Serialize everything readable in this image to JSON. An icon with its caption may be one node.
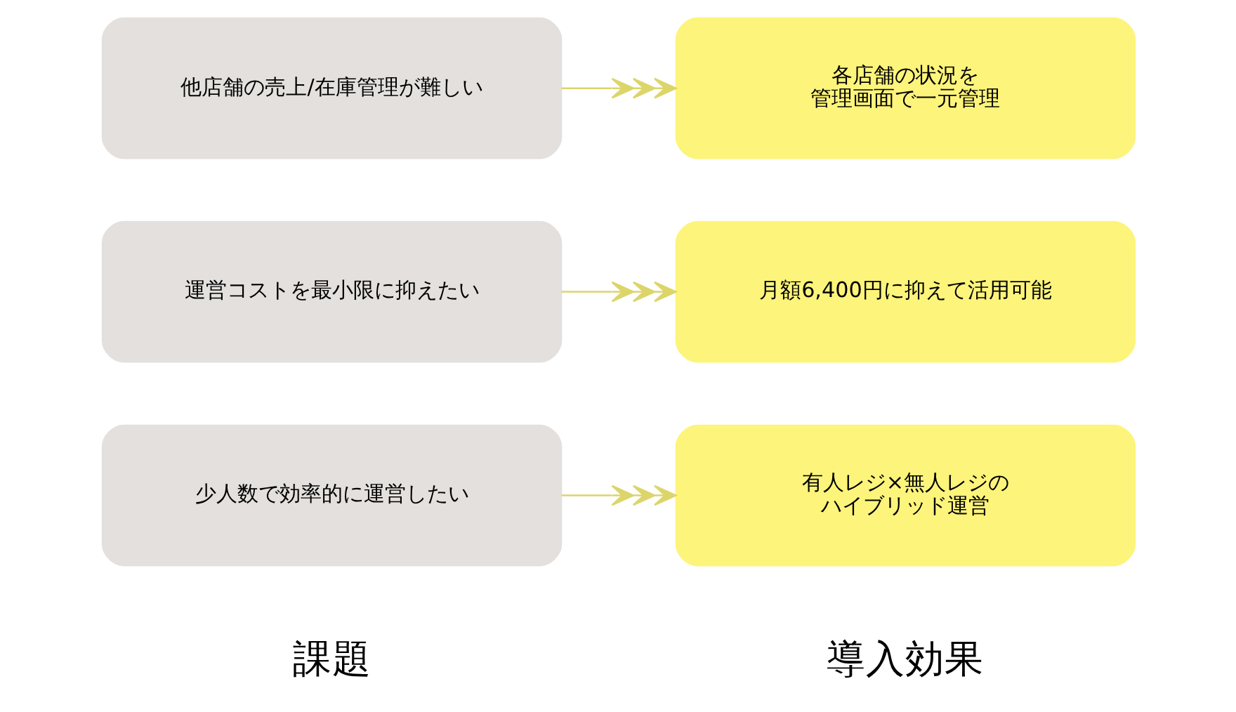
{
  "diagram": {
    "nodes": [
      {
        "text": [
          "少人数で効率的に運営したい"
        ]
      },
      {
        "text": [
          "有人レジ×無人レジのハイブリッド運営"
        ]
      },
      {
        "text": [
          "運営コストを最小限に抑えたい"
        ]
      },
      {
        "text": [
          "月額6,400円に抑えて活用可能"
        ]
      },
      {
        "text": [
          "他店舗の売上/在庫管理が難しい"
        ]
      },
      {
        "text": [
          "各店舗の状況を管理画面で一元管理"
        ]
      }
    ],
    "edges": [
      {
        "from": 0,
        "to": 1,
        "arrow": "to"
      },
      {
        "from": 2,
        "to": 3,
        "arrow": "to"
      },
      {
        "from": 4,
        "to": 5,
        "arrow": "to"
      }
    ],
    "labels": [
      "課題",
      "導入効果"
    ]
  }
}
